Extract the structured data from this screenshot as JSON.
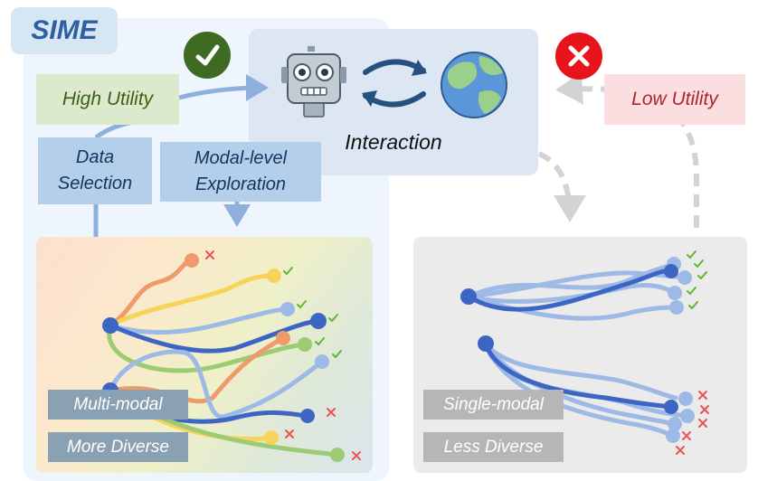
{
  "title": "SIME",
  "interaction_label": "Interaction",
  "high_utility": "High Utility",
  "low_utility": "Low Utility",
  "data_selection": [
    "Data",
    "Selection"
  ],
  "modal_exploration": [
    "Modal-level",
    "Exploration"
  ],
  "left_tags": [
    "Multi-modal",
    "More Diverse"
  ],
  "right_tags": [
    "Single-modal",
    "Less Diverse"
  ],
  "colors": {
    "check_badge": "#3e6b21",
    "cross_badge": "#e8141c",
    "traj_orange": "#ef9a6a",
    "traj_yellow": "#f8d35c",
    "traj_green": "#9ccb74",
    "traj_lightblue": "#9db9e6",
    "traj_darkblue": "#3d66c4",
    "check_green": "#62b532",
    "cross_red": "#e8545a"
  },
  "icons": [
    "check-badge-icon",
    "cross-badge-icon",
    "robot-icon",
    "refresh-cycle-icon",
    "globe-icon"
  ]
}
